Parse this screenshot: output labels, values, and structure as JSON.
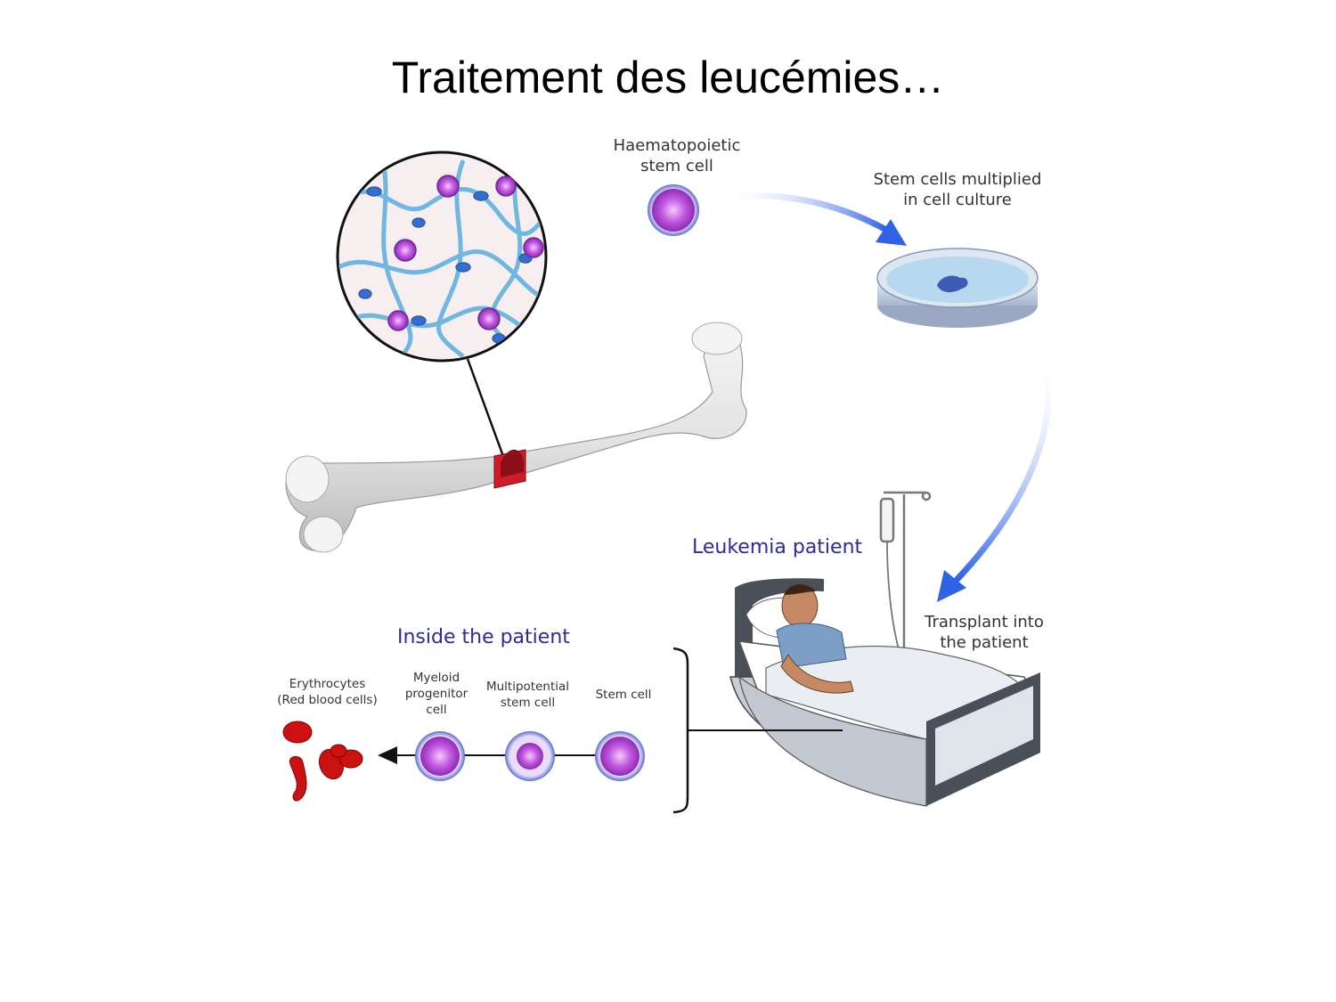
{
  "slide": {
    "title": "Traitement des leucémies…"
  },
  "labels": {
    "haematopoietic": [
      "Haematopoietic",
      "stem cell"
    ],
    "culture": [
      "Stem cells multiplied",
      "in cell culture"
    ],
    "leukemia_patient": "Leukemia patient",
    "transplant": [
      "Transplant into",
      "the patient"
    ],
    "inside_patient": "Inside the patient",
    "erythrocytes": [
      "Erythrocytes",
      "(Red blood cells)"
    ],
    "myeloid": [
      "Myeloid",
      "progenitor",
      "cell"
    ],
    "multipotential": [
      "Multipotential",
      "stem cell"
    ],
    "stem_cell": "Stem cell"
  },
  "colors": {
    "heading_blue": "#2b2b9a",
    "arrow_blue": "#2f63e6",
    "cell_purple": "#b13fd1",
    "blood_red": "#cc1111",
    "bone_grey": "#d9d9d9"
  }
}
